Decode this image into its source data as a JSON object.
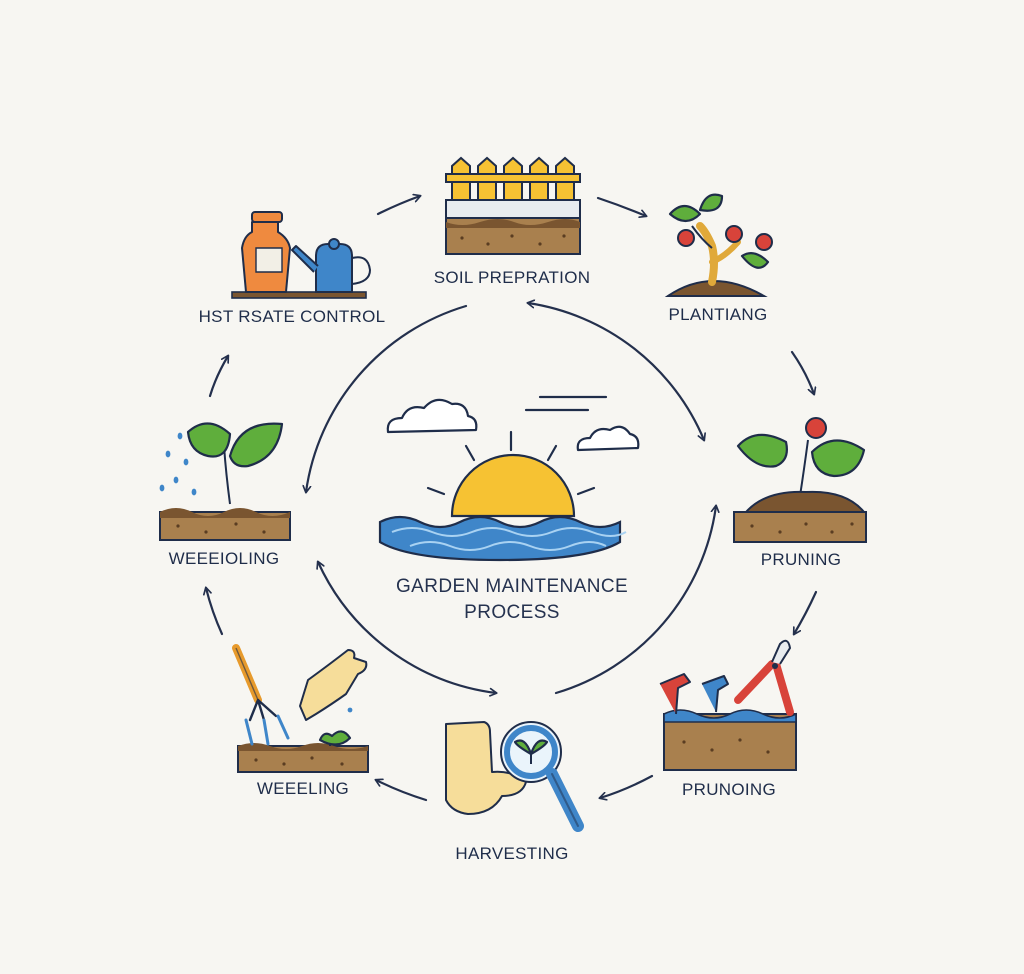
{
  "title": {
    "line1": "GARDEN MAINTENANCE",
    "line2": "PROCESS"
  },
  "steps": [
    {
      "id": "soil-preparation",
      "label": "SOIL PREPRATION",
      "icon": "fence-soil-icon"
    },
    {
      "id": "planting",
      "label": "PLANTIANG",
      "icon": "fruit-sapling-icon"
    },
    {
      "id": "pruning-top",
      "label": "PRUNING",
      "icon": "plant-soil-icon"
    },
    {
      "id": "pruning-bottom",
      "label": "PRUNOING",
      "icon": "pruning-shears-icon"
    },
    {
      "id": "harvesting",
      "label": "HARVESTING",
      "icon": "hand-magnifier-icon"
    },
    {
      "id": "weeding",
      "label": "WEEELING",
      "icon": "garden-fork-icon"
    },
    {
      "id": "weeding-watering",
      "label": "WEEEIOLING",
      "icon": "watered-sprout-icon"
    },
    {
      "id": "pest-control",
      "label": "HST RSATE CONTROL",
      "icon": "fertilizer-watering-can-icon"
    }
  ],
  "center_icon": "sunrise-over-water-icon",
  "colors": {
    "ink": "#1f2d4a",
    "leaf": "#5fae3c",
    "sun": "#f6c233",
    "water": "#3f86c9",
    "soil": "#a9804e",
    "accent_red": "#d8433a",
    "background": "#f7f6f2"
  }
}
